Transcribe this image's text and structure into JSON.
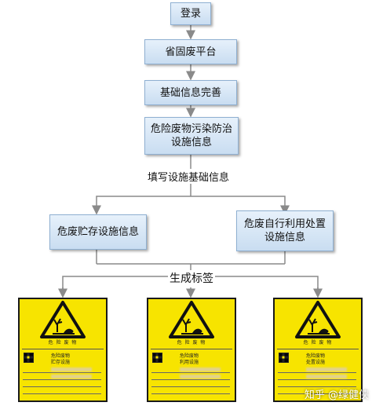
{
  "nodes": {
    "login": "登录",
    "platform": "省固废平台",
    "basic_info": "基础信息完善",
    "pollution_line1": "危险废物污染防治",
    "pollution_line2": "设施信息",
    "storage": "危废贮存设施信息",
    "self_use_line1": "危废自行利用处置",
    "self_use_line2": "设施信息"
  },
  "edge_labels": {
    "fill_basic": "填写设施基础信息",
    "generate": "生成标签"
  },
  "signs": [
    {
      "caption": "危 险 废 物",
      "line1": "危险废物",
      "line2": "贮存设施"
    },
    {
      "caption": "危 险 废 物",
      "line1": "危险废物",
      "line2": "利用设施"
    },
    {
      "caption": "危 险 废 物",
      "line1": "危险废物",
      "line2": "处置设施"
    }
  ],
  "watermark": "知乎 @绿健侠",
  "colors": {
    "box_fill": "#d6e6f6",
    "box_border": "#8fb0d2",
    "connector": "#8a8a8a",
    "sign_yellow": "#f7e400"
  }
}
